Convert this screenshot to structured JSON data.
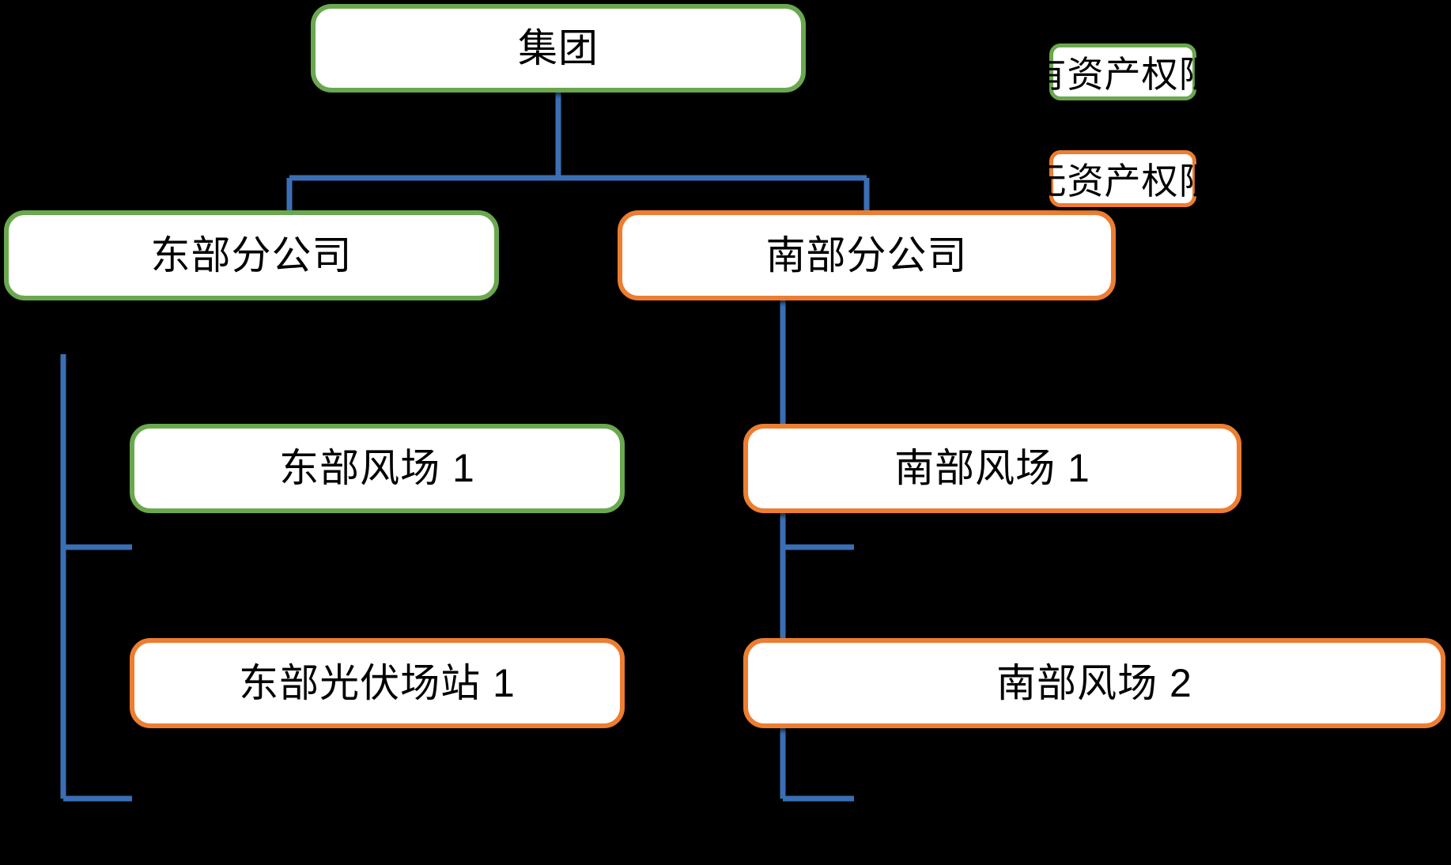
{
  "diagram": {
    "background_color": "#000000",
    "node_fill": "#ffffff",
    "connector_color": "#3A6FB5",
    "colors": {
      "has_permission": "#6AA84F",
      "no_permission": "#ED7D31"
    },
    "nodes": {
      "root": {
        "label": "集团",
        "permission": "has_permission"
      },
      "east_branch": {
        "label": "东部分公司",
        "permission": "has_permission"
      },
      "south_branch": {
        "label": "南部分公司",
        "permission": "no_permission"
      },
      "east_wind_1": {
        "label": "东部风场 1",
        "permission": "has_permission"
      },
      "east_solar_1": {
        "label": "东部光伏场站 1",
        "permission": "no_permission"
      },
      "south_wind_1": {
        "label": "南部风场 1",
        "permission": "no_permission"
      },
      "south_wind_2": {
        "label": "南部风场 2",
        "permission": "no_permission"
      }
    }
  },
  "legend": {
    "items": [
      {
        "label": "有资产权限",
        "color": "#6AA84F"
      },
      {
        "label": "无资产权限",
        "color": "#ED7D31"
      }
    ]
  }
}
